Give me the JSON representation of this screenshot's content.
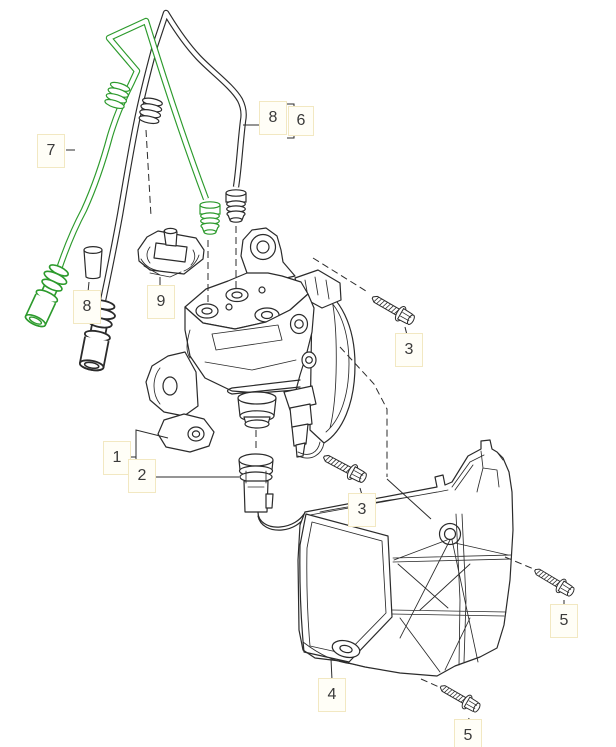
{
  "diagram": {
    "kind": "exploded-parts-diagram",
    "background_color": "#ffffff",
    "line_color": "#2b2b2b",
    "highlight_part_color": "#2c9a2c",
    "label_box": {
      "bg": "#fffef7",
      "border": "#f2e8c2",
      "text_color": "#3a3a3a"
    }
  },
  "callouts": {
    "c1": "1",
    "c2": "2",
    "c3_upper": "3",
    "c3_lower": "3",
    "c4": "4",
    "c5_right": "5",
    "c5_bottom": "5",
    "c6": "6",
    "c7": "7",
    "c8_top": "8",
    "c8_sleeve": "8",
    "c9": "9"
  }
}
